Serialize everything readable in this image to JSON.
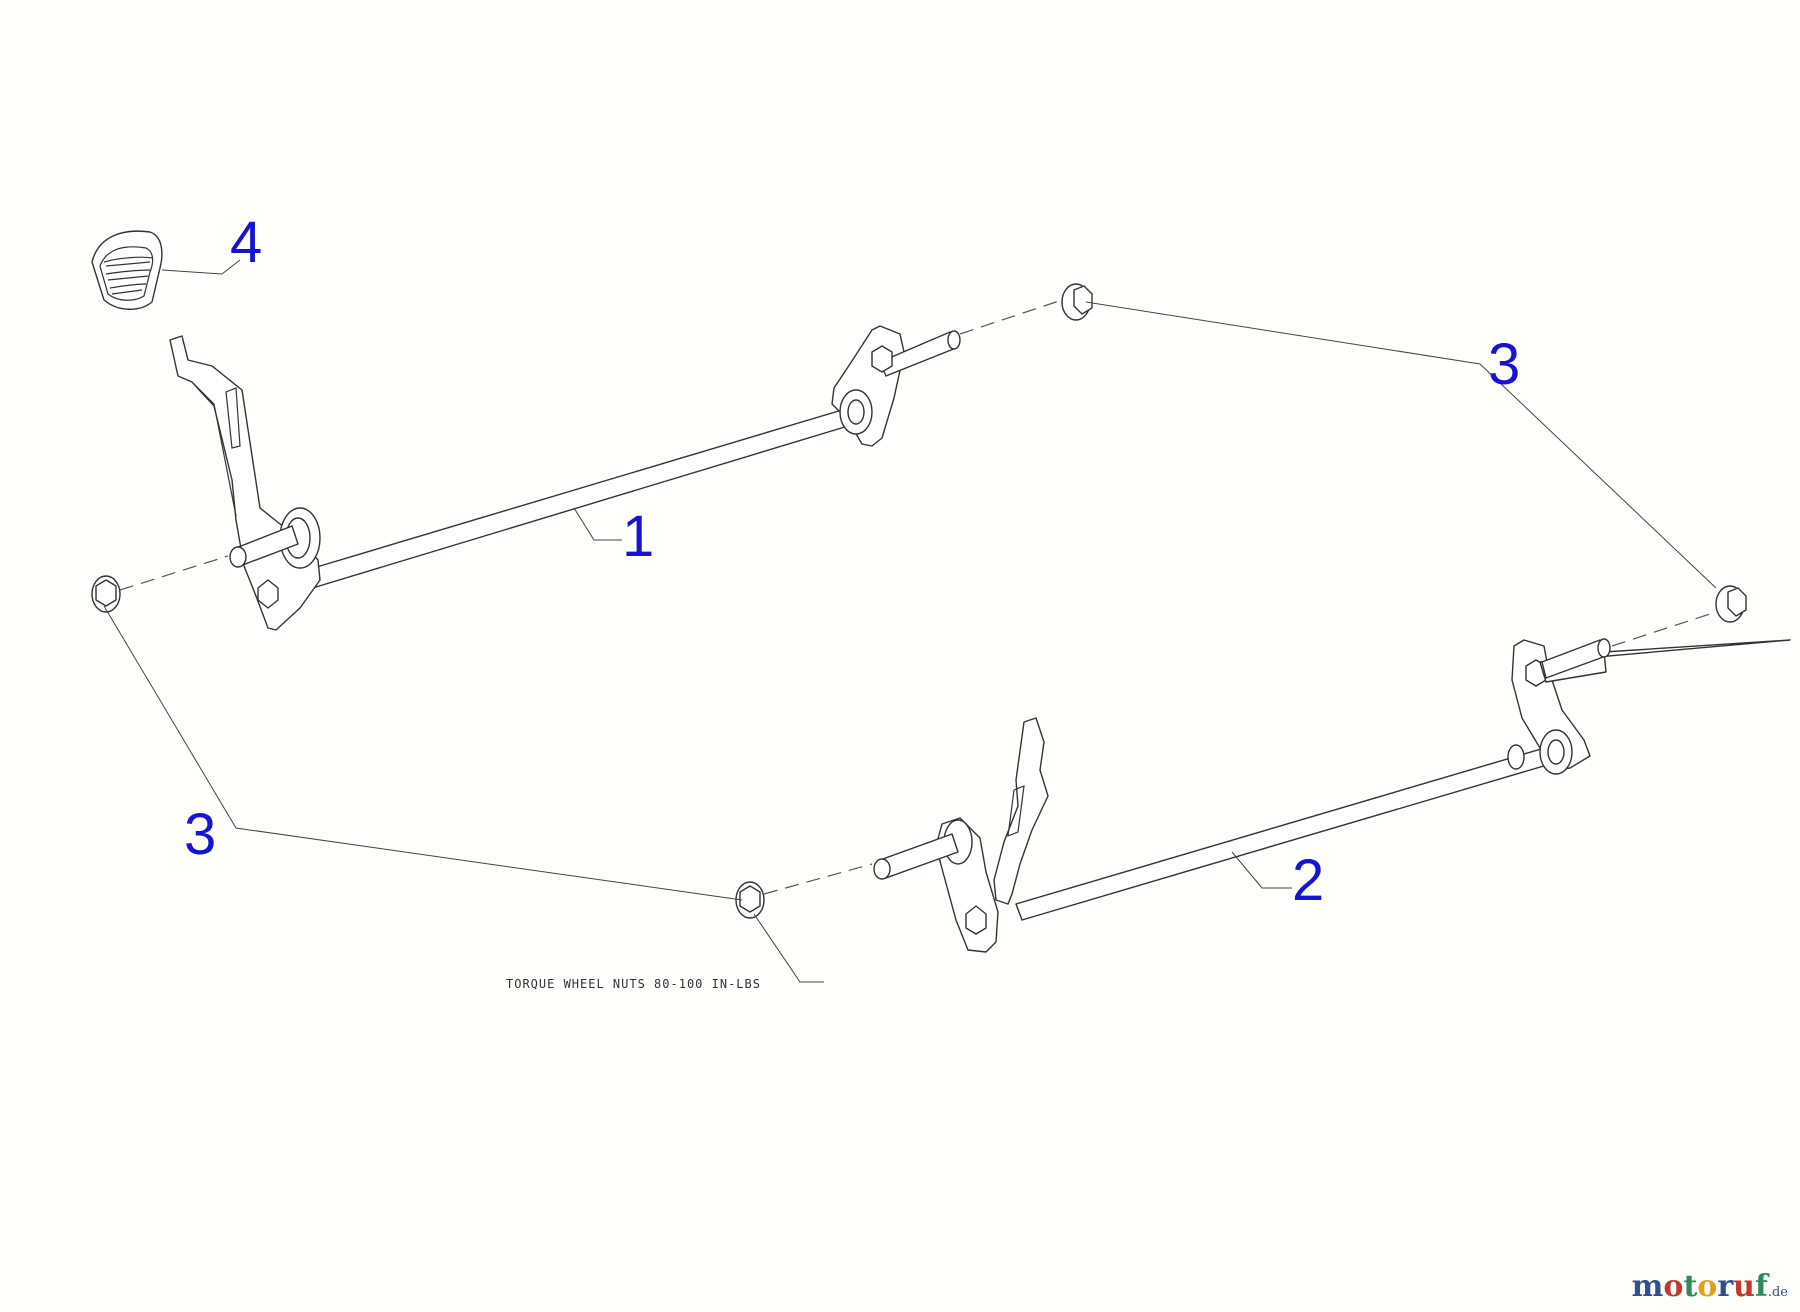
{
  "diagram": {
    "callouts": {
      "axle_front": "1",
      "axle_rear": "2",
      "wheel_nut_top": "3",
      "wheel_nut_bottom": "3",
      "cap": "4"
    },
    "torque_note": "TORQUE WHEEL NUTS 80-100 IN-LBS"
  },
  "watermark": {
    "brand": "motoruf",
    "tld": ".de",
    "colors": [
      "#2f4f8f",
      "#c0392b",
      "#2e8b57",
      "#e0a020"
    ]
  },
  "colors": {
    "callout": "#1414d6",
    "line": "#333333",
    "background": "#fffffb"
  }
}
